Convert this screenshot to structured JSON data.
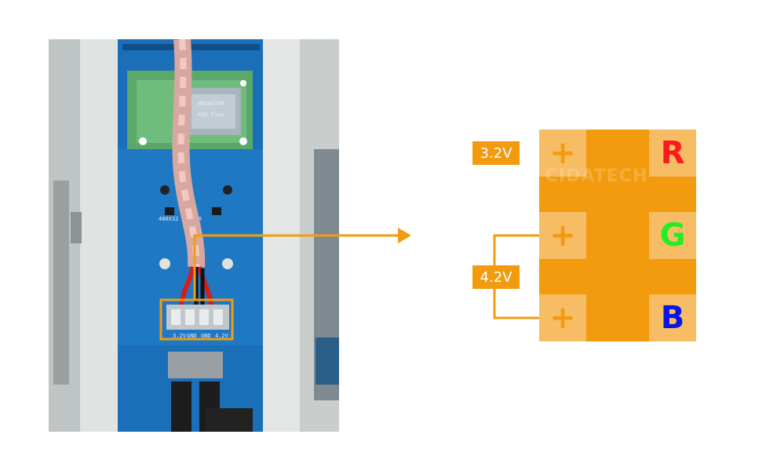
{
  "photo": {
    "module_label": "AS6 Plus",
    "module_brand": "NOVASTAR",
    "board_label": "480X32 M-V2.0",
    "terminal_labels": [
      "3.2V",
      "GND",
      "GND",
      "4.2V"
    ]
  },
  "diagram": {
    "watermark": "CIDATECH",
    "plus_symbol": "+",
    "channels": [
      {
        "letter": "R",
        "color": "#ff1a1a"
      },
      {
        "letter": "G",
        "color": "#22ee22"
      },
      {
        "letter": "B",
        "color": "#0a14e8"
      }
    ],
    "voltages": {
      "top": "3.2V",
      "bottom": "4.2V"
    }
  },
  "colors": {
    "accent": "#f39b0f",
    "cell": "#f7bd64",
    "board": "#1a6fb8"
  }
}
